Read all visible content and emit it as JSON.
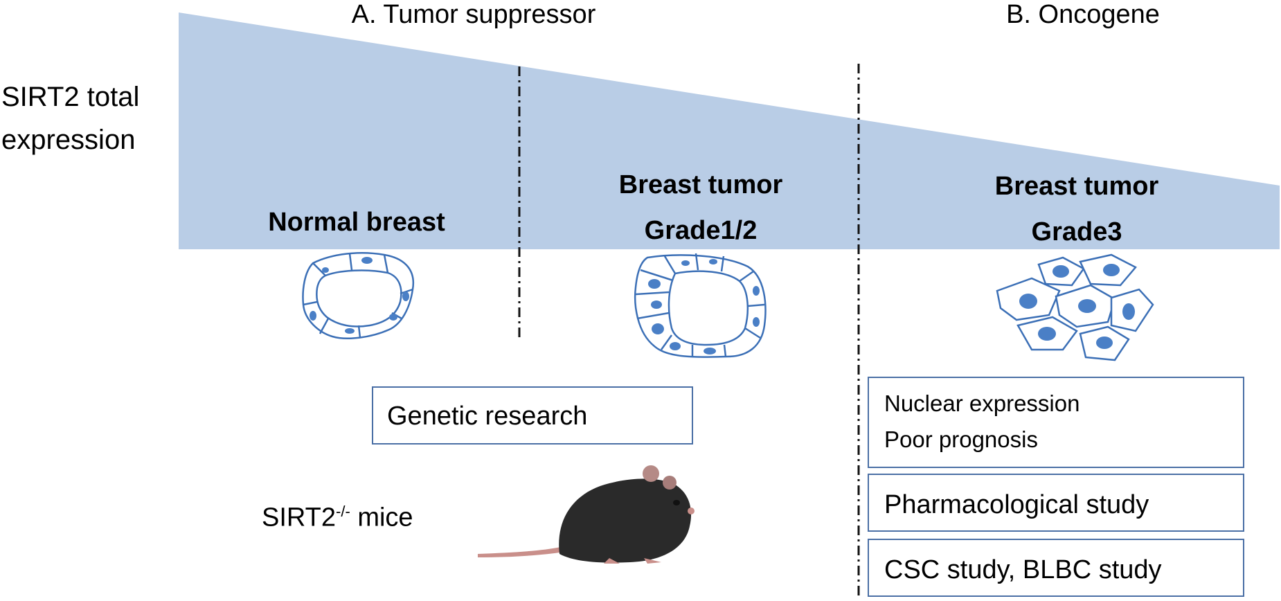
{
  "headers": {
    "tumor_suppressor": "A. Tumor suppressor",
    "oncogene": "B. Oncogene"
  },
  "y_axis_label": {
    "line1": "SIRT2 total",
    "line2": "expression"
  },
  "stages": {
    "normal": {
      "line1": "Normal breast"
    },
    "grade12": {
      "line1": "Breast tumor",
      "line2": "Grade1/2"
    },
    "grade3": {
      "line1": "Breast tumor",
      "line2": "Grade3"
    }
  },
  "boxes": {
    "genetic": "Genetic research",
    "nuclear": {
      "line1": "Nuclear  expression",
      "line2": "Poor prognosis"
    },
    "pharma": "Pharmacological study",
    "csc": "CSC study, BLBC study"
  },
  "mice_label": {
    "prefix": "SIRT2",
    "superscript": "-/-",
    "suffix": " mice"
  },
  "icons": [
    "normal-duct-icon",
    "tumor-duct-icon",
    "invasive-cells-icon",
    "mouse-icon"
  ],
  "colors": {
    "expression_wedge": "#b9cde6",
    "cell_outline": "#3b6fb6",
    "nucleus": "#4a7fc6",
    "box_border": "#4a6fa5"
  }
}
